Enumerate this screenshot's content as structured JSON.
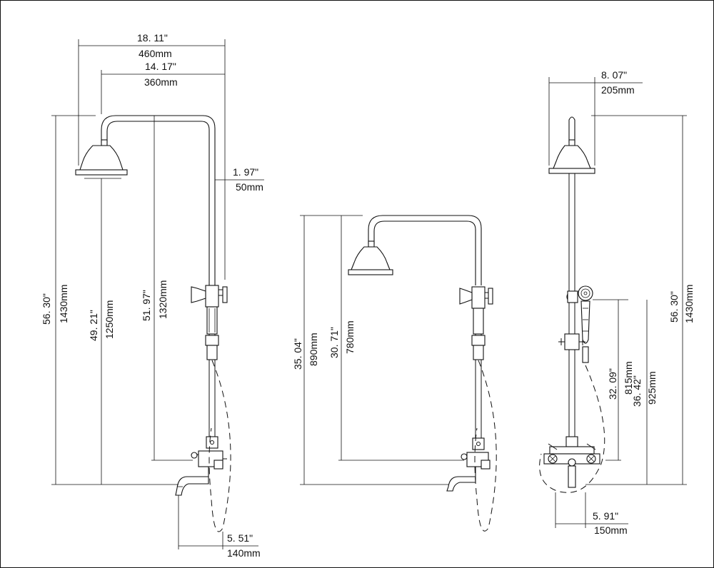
{
  "colors": {
    "line": "#111111",
    "background": "#ffffff"
  },
  "views": {
    "front": {
      "overall_width_in": "18. 11\"",
      "overall_width_mm": "460mm",
      "arm_width_in": "14. 17\"",
      "arm_width_mm": "360mm",
      "pipe_offset_in": "1. 97\"",
      "pipe_offset_mm": "50mm",
      "total_height_in": "56. 30\"",
      "total_height_mm": "1430mm",
      "head_height_in": "49. 21\"",
      "head_height_mm": "1250mm",
      "pipe_height_in": "51. 97\"",
      "pipe_height_mm": "1320mm",
      "spout_reach_in": "5. 51\"",
      "spout_reach_mm": "140mm"
    },
    "middle": {
      "outer_height_in": "35. 04\"",
      "outer_height_mm": "890mm",
      "inner_height_in": "30. 71\"",
      "inner_height_mm": "780mm"
    },
    "side": {
      "depth_in": "8. 07\"",
      "depth_mm": "205mm",
      "total_height_in": "56. 30\"",
      "total_height_mm": "1430mm",
      "holder_height_in": "32. 09\"",
      "holder_height_mm": "815mm",
      "bracket_height_in": "36. 42\"",
      "bracket_height_mm": "925mm",
      "base_depth_in": "5. 91\"",
      "base_depth_mm": "150mm"
    }
  }
}
